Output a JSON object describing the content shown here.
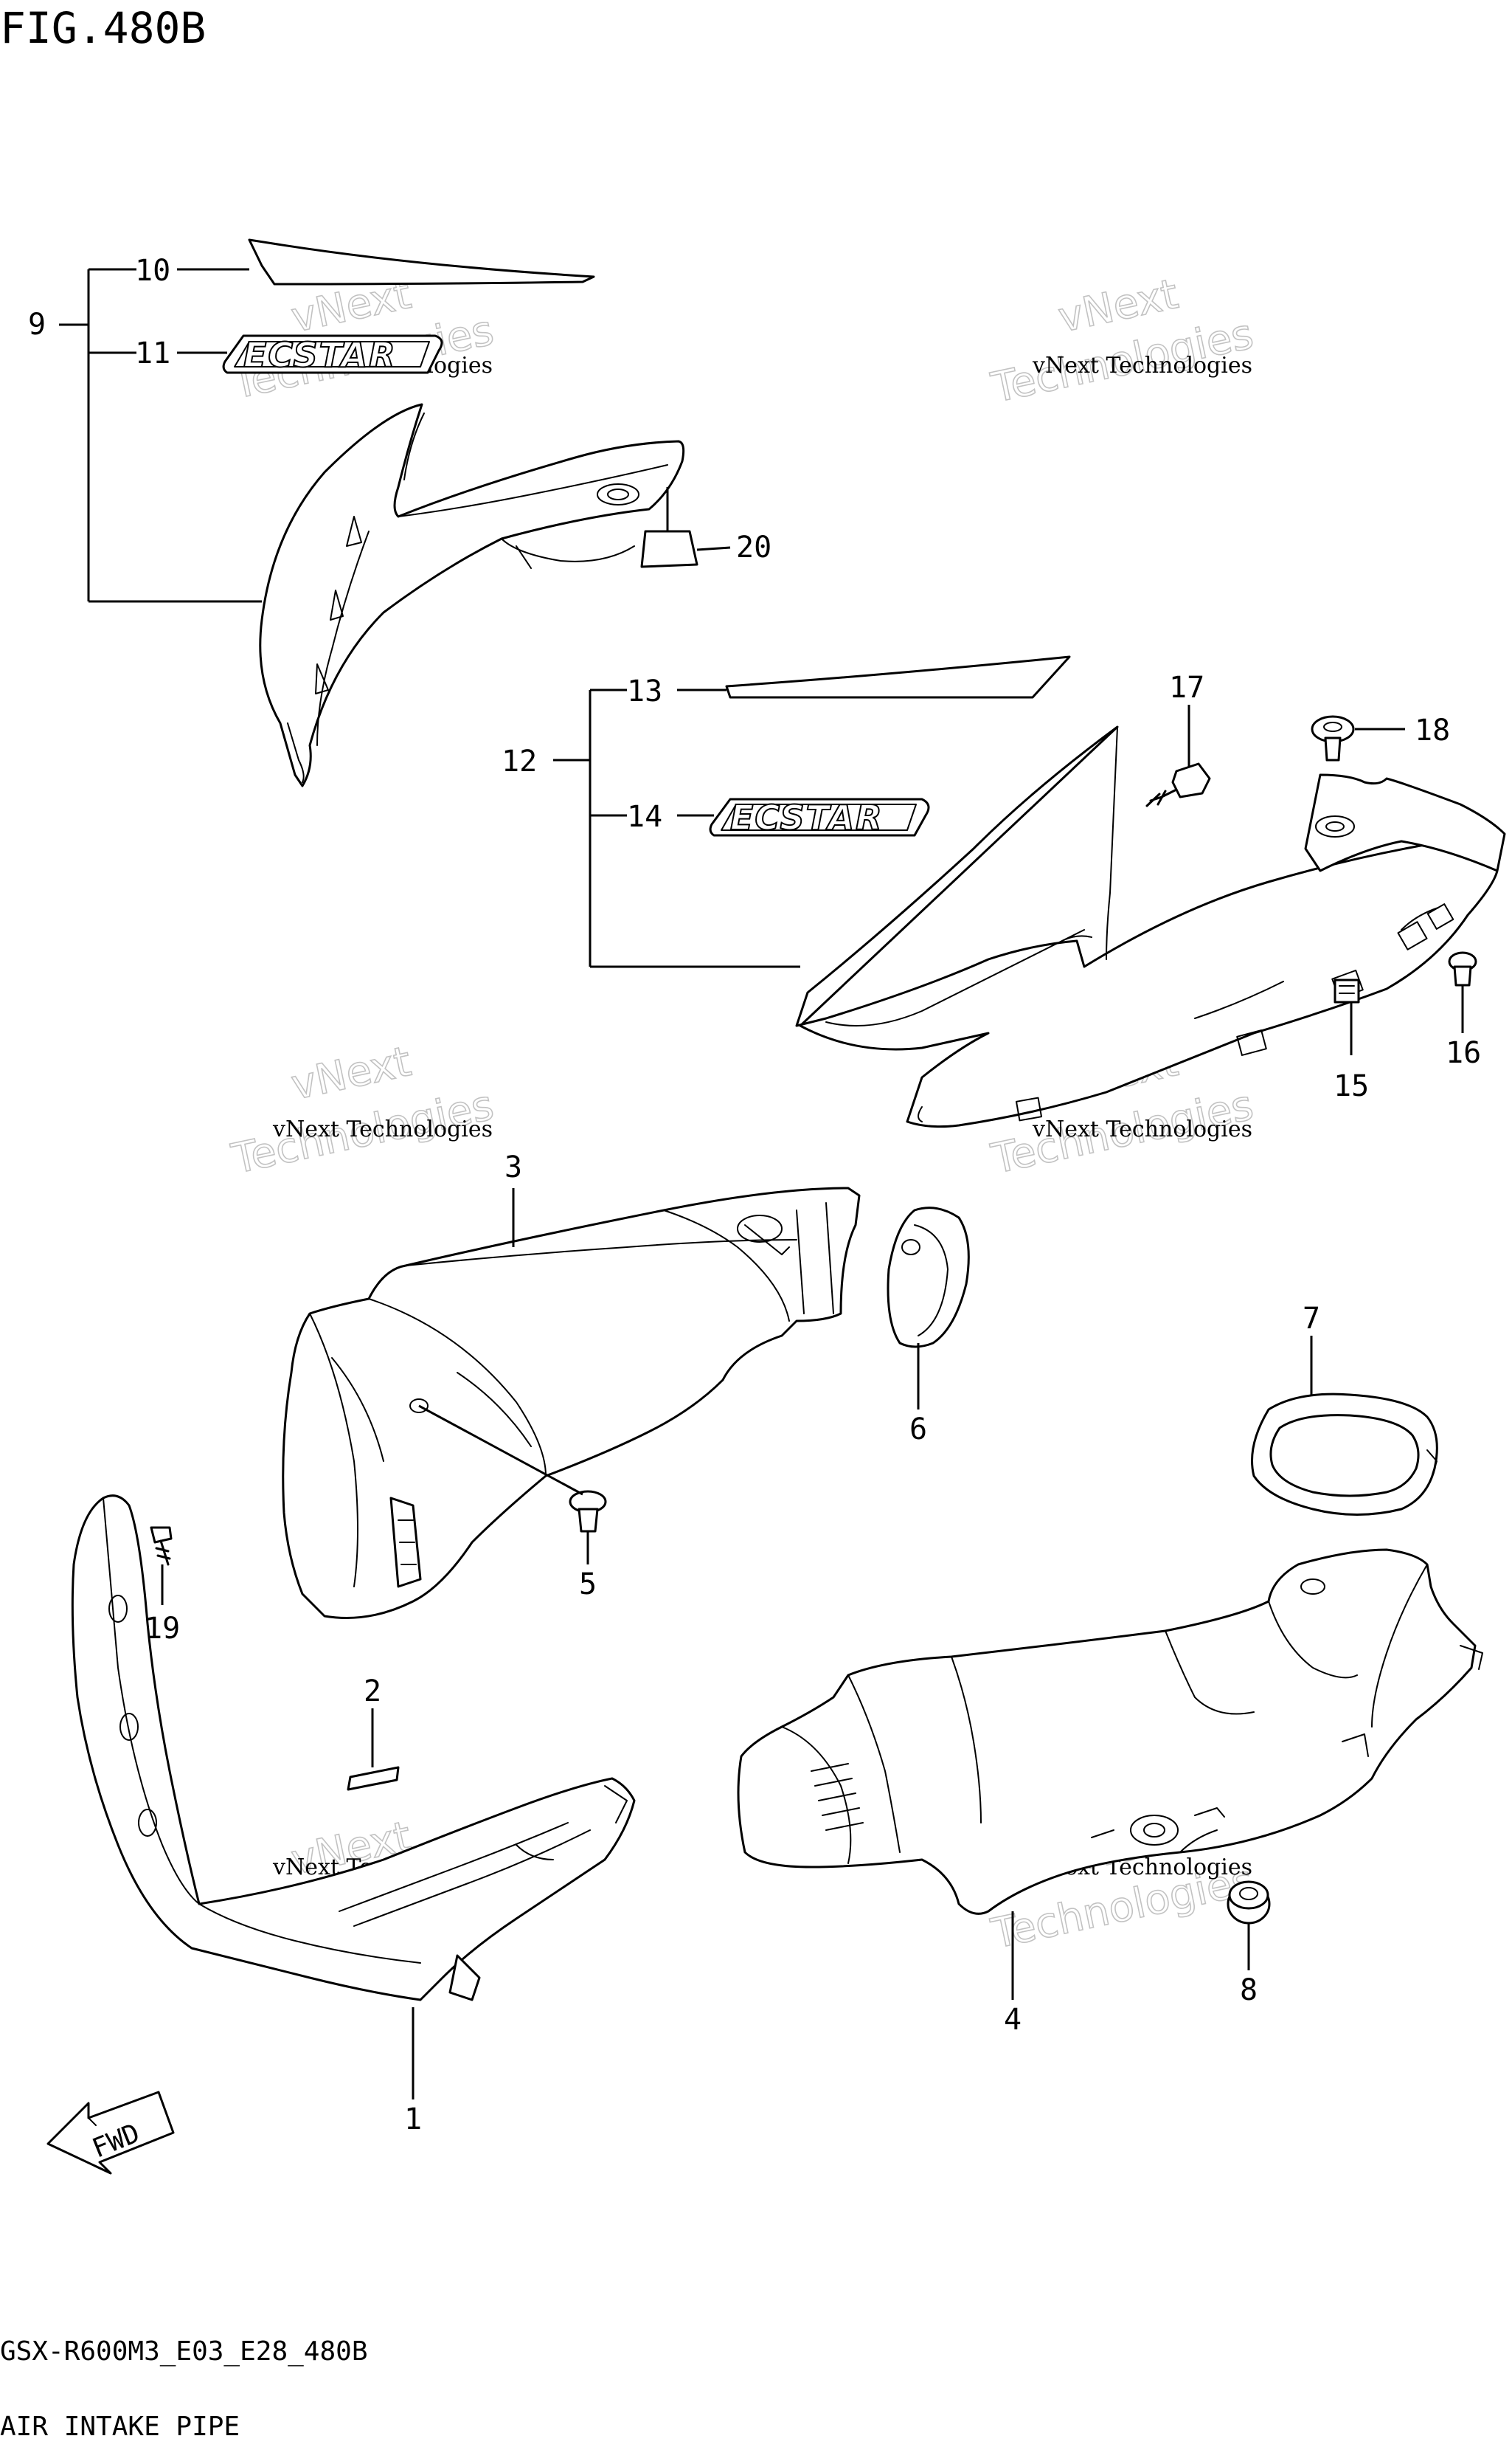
{
  "figure": {
    "title": "FIG.480B",
    "model_code": "GSX-R600M3_E03_E28_480B",
    "caption": "AIR INTAKE PIPE"
  },
  "badge_text": "ECSTAR",
  "fwd_label": "FWD",
  "watermark": {
    "small": "vNext Technologies",
    "line1": "vNext",
    "line2": "Technologies"
  },
  "callouts": [
    {
      "id": "1",
      "label": "1"
    },
    {
      "id": "2",
      "label": "2"
    },
    {
      "id": "3",
      "label": "3"
    },
    {
      "id": "4",
      "label": "4"
    },
    {
      "id": "5",
      "label": "5"
    },
    {
      "id": "6",
      "label": "6"
    },
    {
      "id": "7",
      "label": "7"
    },
    {
      "id": "8",
      "label": "8"
    },
    {
      "id": "9",
      "label": "9"
    },
    {
      "id": "10",
      "label": "10"
    },
    {
      "id": "11",
      "label": "11"
    },
    {
      "id": "12",
      "label": "12"
    },
    {
      "id": "13",
      "label": "13"
    },
    {
      "id": "14",
      "label": "14"
    },
    {
      "id": "15",
      "label": "15"
    },
    {
      "id": "16",
      "label": "16"
    },
    {
      "id": "17",
      "label": "17"
    },
    {
      "id": "18",
      "label": "18"
    },
    {
      "id": "19",
      "label": "19"
    },
    {
      "id": "20",
      "label": "20"
    }
  ]
}
